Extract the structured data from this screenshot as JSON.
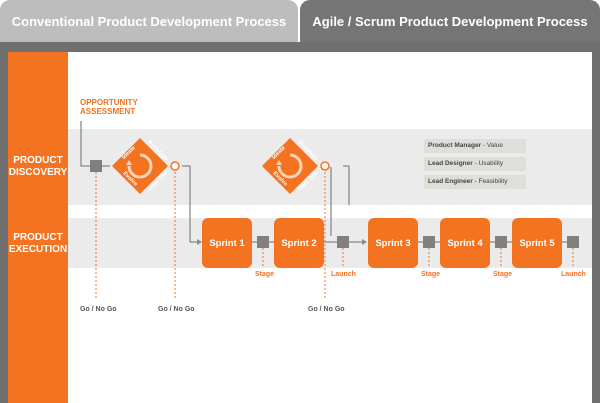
{
  "tabs": {
    "conventional": "Conventional Product Development Process",
    "agile": "Agile / Scrum Product Development Process"
  },
  "rows": {
    "discovery": "PRODUCT DISCOVERY",
    "execution": "PRODUCT EXECUTION"
  },
  "opportunity": "OPPORTUNITY ASSESSMENT",
  "discovery_cycle": {
    "ideate": "Ideate",
    "prototype": "Prototype",
    "user_test": "User Test",
    "evolve": "Evolve"
  },
  "sprints": [
    "Sprint 1",
    "Sprint 2",
    "Sprint 3",
    "Sprint 4",
    "Sprint 5"
  ],
  "gates": {
    "go_no_go": "Go / No Go",
    "stage": "Stage",
    "launch": "Launch"
  },
  "roles": [
    {
      "role": "Product Manager",
      "focus": "Value"
    },
    {
      "role": "Lead Designer",
      "focus": "Usability"
    },
    {
      "role": "Lead Engineer",
      "focus": "Feasibility"
    }
  ],
  "colors": {
    "accent": "#f37321",
    "frame": "#6f6f6f",
    "band": "#ebebeb"
  }
}
